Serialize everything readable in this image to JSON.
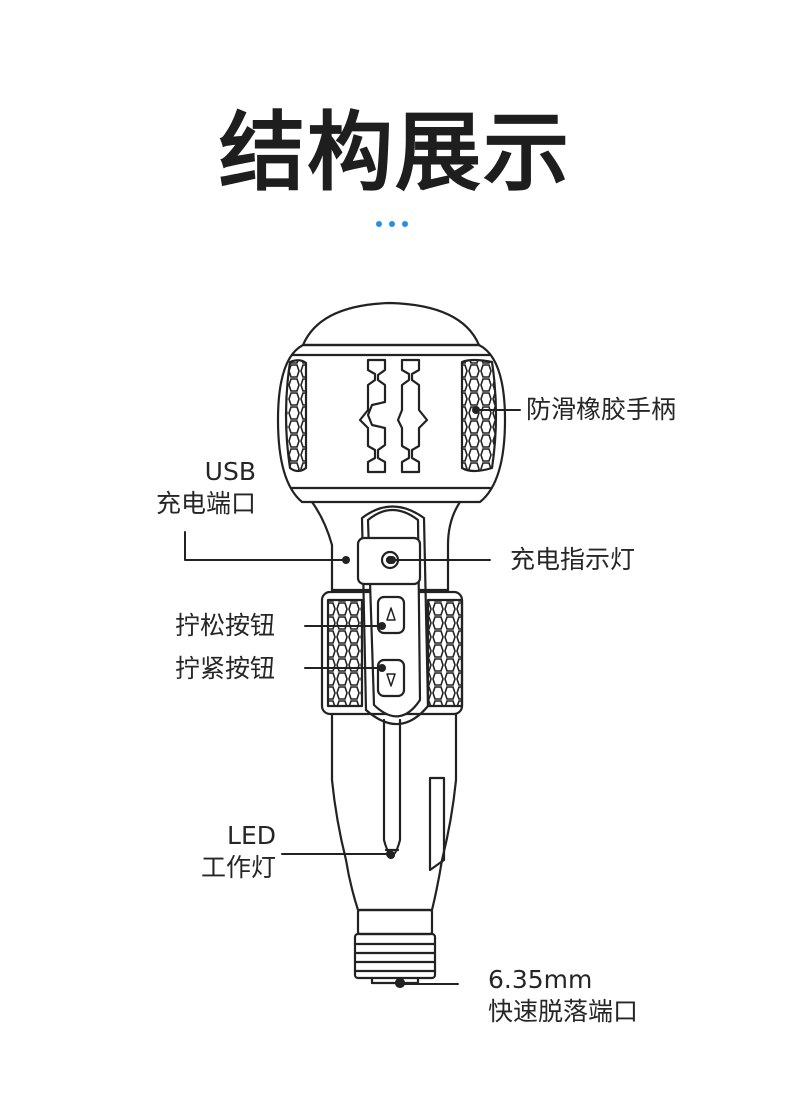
{
  "title": "结构展示",
  "accent_color": "#2b8fe0",
  "labels": {
    "grip": "防滑橡胶手柄",
    "usb_line1": "USB",
    "usb_line2": "充电端口",
    "indicator": "充电指示灯",
    "loosen": "拧松按钮",
    "tighten": "拧紧按钮",
    "led_line1": "LED",
    "led_line2": "工作灯",
    "port_line1": "6.35mm",
    "port_line2": "快速脱落端口"
  }
}
